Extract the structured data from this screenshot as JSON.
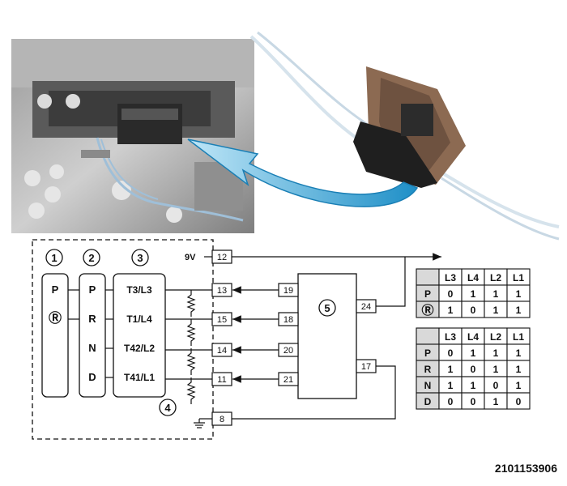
{
  "diagram": {
    "figure_code": "2101153906",
    "supply_label": "9V",
    "callouts": [
      "1",
      "2",
      "3",
      "4",
      "5"
    ],
    "column_1_positions": [
      "P",
      "Ⓡ"
    ],
    "column_2_positions": [
      "P",
      "R",
      "N",
      "D"
    ],
    "column_3_signals": [
      "T3/L3",
      "T1/L4",
      "T42/L2",
      "T41/L1"
    ],
    "left_pins": [
      "12",
      "13",
      "15",
      "14",
      "11",
      "8"
    ],
    "module_input_pins": [
      "19",
      "18",
      "20",
      "21"
    ],
    "module_output_pins": [
      "24",
      "17"
    ],
    "table_park": {
      "headers": [
        "",
        "L3",
        "L4",
        "L2",
        "L1"
      ],
      "rows": [
        [
          "P",
          "0",
          "1",
          "1",
          "1"
        ],
        [
          "Ⓡ",
          "1",
          "0",
          "1",
          "1"
        ]
      ]
    },
    "table_gear": {
      "headers": [
        "",
        "L3",
        "L4",
        "L2",
        "L1"
      ],
      "rows": [
        [
          "P",
          "0",
          "1",
          "1",
          "1"
        ],
        [
          "R",
          "1",
          "0",
          "1",
          "1"
        ],
        [
          "N",
          "1",
          "1",
          "0",
          "1"
        ],
        [
          "D",
          "0",
          "0",
          "1",
          "0"
        ]
      ]
    }
  }
}
